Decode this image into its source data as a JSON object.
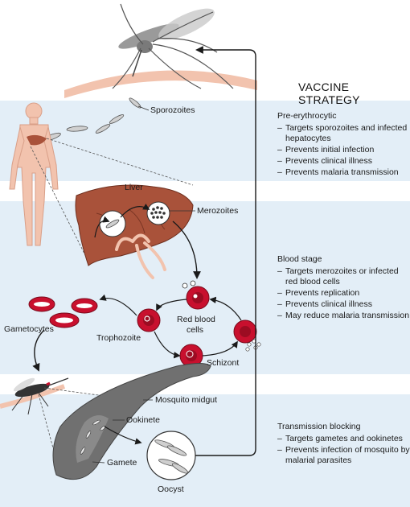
{
  "heading": "VACCINE STRATEGY",
  "labels": {
    "sporozoites": "Sporozoites",
    "liver": "Liver",
    "merozoites": "Merozoites",
    "gametocytes": "Gametocytes",
    "trophozoite": "Trophozoite",
    "red_blood_cells_line1": "Red blood",
    "red_blood_cells_line2": "cells",
    "schizont": "Schizont",
    "mosquito_midgut": "Mosquito midgut",
    "ookinete": "Ookinete",
    "gamete": "Gamete",
    "oocyst": "Oocyst"
  },
  "strategies": [
    {
      "title": "Pre-erythrocytic",
      "bullets": [
        "Targets sporozoites and infected hepatocytes",
        "Prevents initial infection",
        "Prevents clinical illness",
        "Prevents malaria transmission"
      ]
    },
    {
      "title": "Blood stage",
      "bullets": [
        "Targets merozoites or infected red blood cells",
        "Prevents replication",
        "Prevents clinical illness",
        "May reduce malaria transmission"
      ]
    },
    {
      "title": "Transmission blocking",
      "bullets": [
        "Targets gametes and ookinetes",
        "Prevents infection of mosquito by malarial parasites"
      ]
    }
  ],
  "colors": {
    "band": "#e3eef7",
    "liver": "#a9523a",
    "skin": "#f2c3ae",
    "red_cell": "#c8102e",
    "midgut": "#6e6e6e",
    "arrow": "#1a1a1a"
  }
}
